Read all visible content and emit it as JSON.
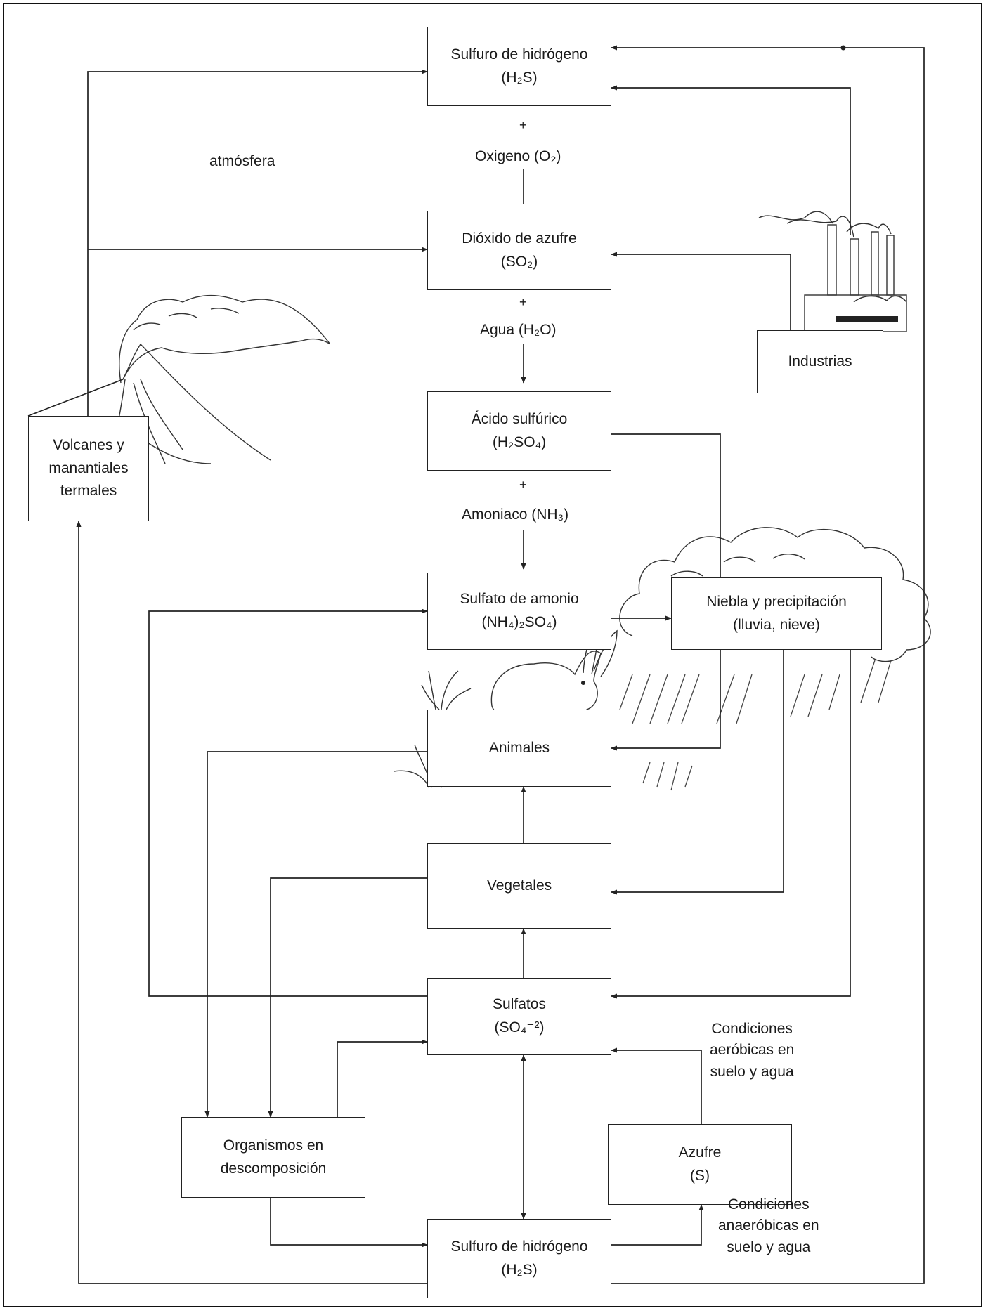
{
  "nodes": {
    "h2s_top": {
      "name": "Sulfuro de hidrógeno",
      "formula": "(H₂S)"
    },
    "so2": {
      "name": "Dióxido de azufre",
      "formula": "(SO₂)"
    },
    "h2so4": {
      "name": "Ácido sulfúrico",
      "formula": "(H₂SO₄)"
    },
    "nh4": {
      "name": "Sulfato de amonio",
      "formula": "(NH₄)₂SO₄)"
    },
    "clouds": {
      "name": "Niebla y precipitación",
      "formula": "(lluvia, nieve)"
    },
    "animals": {
      "name": "Animales"
    },
    "plants": {
      "name": "Vegetales"
    },
    "sulfates": {
      "name": "Sulfatos",
      "formula": "(SO₄⁻²)"
    },
    "decomp": {
      "name": "Organismos en\ndescomposición"
    },
    "sulfur": {
      "name": "Azufre",
      "formula": "(S)"
    },
    "h2s_bottom": {
      "name": "Sulfuro de hidrógeno",
      "formula": "(H₂S)"
    },
    "volcanoes": {
      "name": "Volcanes y\nmanantiales\ntermales"
    },
    "industries": {
      "name": "Industrias"
    }
  },
  "labels": {
    "atmosphere": "atmósfera",
    "oxygen": "Oxigeno (O₂)",
    "water": "Agua (H₂O)",
    "ammonia": "Amoniaco (NH₃)",
    "plus": "+",
    "aerobic": "Condiciones\naeróbicas en\nsuelo y agua",
    "anaerobic": "Condiciones\nanaeróbicas en\nsuelo y agua"
  },
  "colors": {
    "ink": "#222222",
    "background": "#ffffff"
  },
  "icons": [
    "volcano-illustration",
    "factory-illustration",
    "cloud-illustration",
    "rabbit-illustration",
    "grass-illustration",
    "rain-lines"
  ]
}
